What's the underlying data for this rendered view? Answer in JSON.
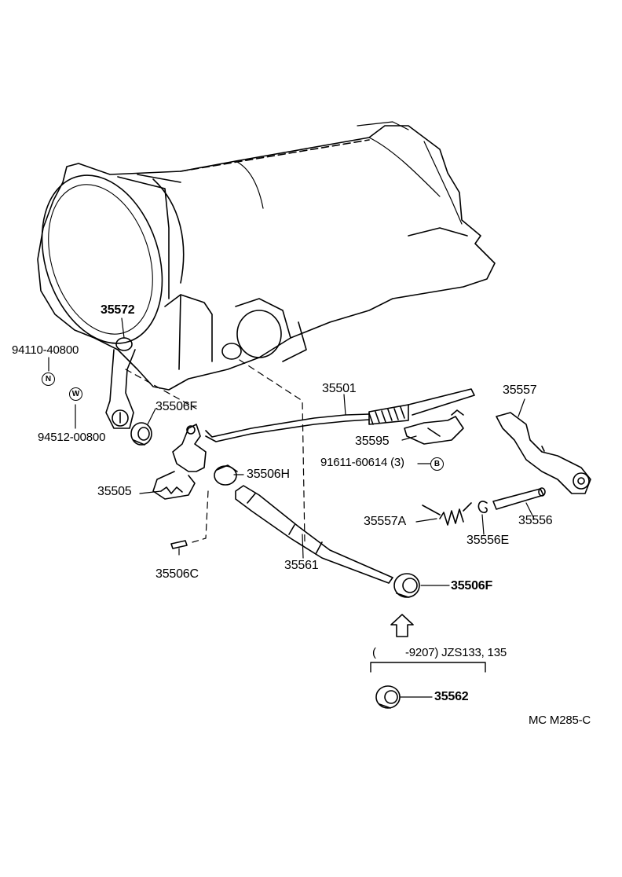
{
  "parts": {
    "p35572": "35572",
    "p94110": "94110-40800",
    "p94512": "94512-00800",
    "p35506F_top": "35506F",
    "p35505": "35505",
    "p35506H": "35506H",
    "p35506C": "35506C",
    "p35501": "35501",
    "p35595": "35595",
    "p91611": "91611-60614 (3)",
    "p35561": "35561",
    "p35557": "35557",
    "p35557A": "35557A",
    "p35556E": "35556E",
    "p35556": "35556",
    "p35506F_bottom": "35506F",
    "p35562": "35562"
  },
  "symbols": {
    "nut_symbol": "N",
    "washer_symbol": "W",
    "bolt_symbol": "B"
  },
  "applicability": {
    "bracket_open": "(",
    "range": "-9207) JZS133, 135"
  },
  "footer": {
    "code": "MC  M285-C"
  }
}
